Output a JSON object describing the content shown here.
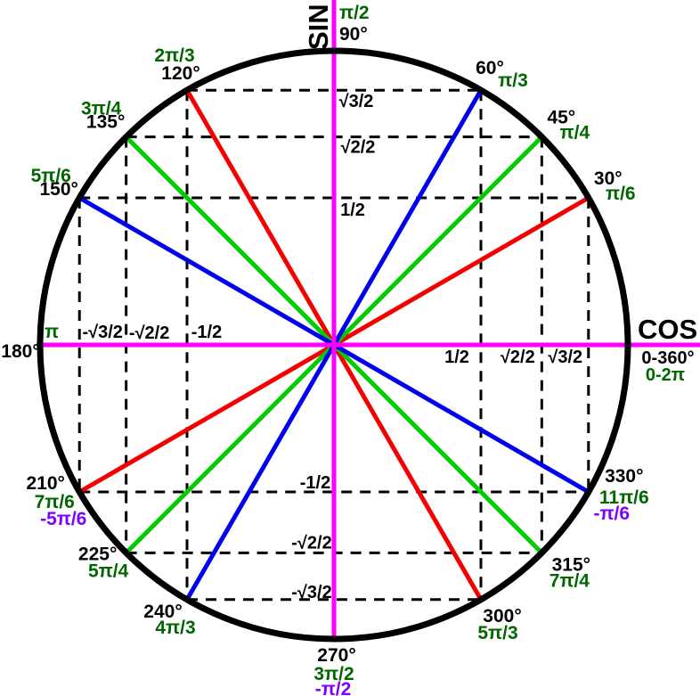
{
  "colors": {
    "axis": "#FF00FF",
    "circle": "#000000",
    "guide": "#000000",
    "red": "#F40000",
    "green": "#00CC00",
    "blue": "#0000EE",
    "degree_text": "#000000",
    "radian_text": "#006600",
    "negative_radian_text": "#7F00FF"
  },
  "axes": {
    "sin_label": "SIN",
    "cos_label": "COS",
    "cos_degree_range": "0-360°",
    "cos_radian_range": "0-2π",
    "top": {
      "radian": "π/2",
      "degree": "90°"
    },
    "left": {
      "radian": "π",
      "degree": "180°"
    },
    "bottom": {
      "degree": "270°",
      "radian": "3π/2",
      "negative": "-π/2"
    }
  },
  "angle_labels": [
    {
      "deg": 30,
      "degree": "30°",
      "radian": "π/6"
    },
    {
      "deg": 45,
      "degree": "45°",
      "radian": "π/4"
    },
    {
      "deg": 60,
      "degree": "60°",
      "radian": "π/3"
    },
    {
      "deg": 120,
      "degree": "120°",
      "radian": "2π/3"
    },
    {
      "deg": 135,
      "degree": "135°",
      "radian": "3π/4"
    },
    {
      "deg": 150,
      "degree": "150°",
      "radian": "5π/6"
    },
    {
      "deg": 210,
      "degree": "210°",
      "radian": "7π/6",
      "negative": "-5π/6"
    },
    {
      "deg": 225,
      "degree": "225°",
      "radian": "5π/4"
    },
    {
      "deg": 240,
      "degree": "240°",
      "radian": "4π/3"
    },
    {
      "deg": 300,
      "degree": "300°",
      "radian": "5π/3"
    },
    {
      "deg": 315,
      "degree": "315°",
      "radian": "7π/4"
    },
    {
      "deg": 330,
      "degree": "330°",
      "radian": "11π/6",
      "negative": "-π/6"
    }
  ],
  "chords": [
    {
      "angles": [
        30,
        210
      ],
      "color": "red"
    },
    {
      "angles": [
        45,
        225
      ],
      "color": "green"
    },
    {
      "angles": [
        60,
        240
      ],
      "color": "blue"
    },
    {
      "angles": [
        120,
        300
      ],
      "color": "red"
    },
    {
      "angles": [
        135,
        315
      ],
      "color": "green"
    },
    {
      "angles": [
        150,
        330
      ],
      "color": "blue"
    }
  ],
  "sin_values": [
    {
      "value": 0.866,
      "label": "√3/2"
    },
    {
      "value": 0.7071,
      "label": "√2/2"
    },
    {
      "value": 0.5,
      "label": "1/2"
    },
    {
      "value": -0.5,
      "label": "-1/2"
    },
    {
      "value": -0.7071,
      "label": "-√2/2"
    },
    {
      "value": -0.866,
      "label": "-√3/2"
    }
  ],
  "cos_values": [
    {
      "value": -0.866,
      "label": "-√3/2"
    },
    {
      "value": -0.7071,
      "label": "-√2/2"
    },
    {
      "value": -0.5,
      "label": "-1/2"
    },
    {
      "value": 0.5,
      "label": "1/2"
    },
    {
      "value": 0.7071,
      "label": "√2/2"
    },
    {
      "value": 0.866,
      "label": "√3/2"
    }
  ]
}
